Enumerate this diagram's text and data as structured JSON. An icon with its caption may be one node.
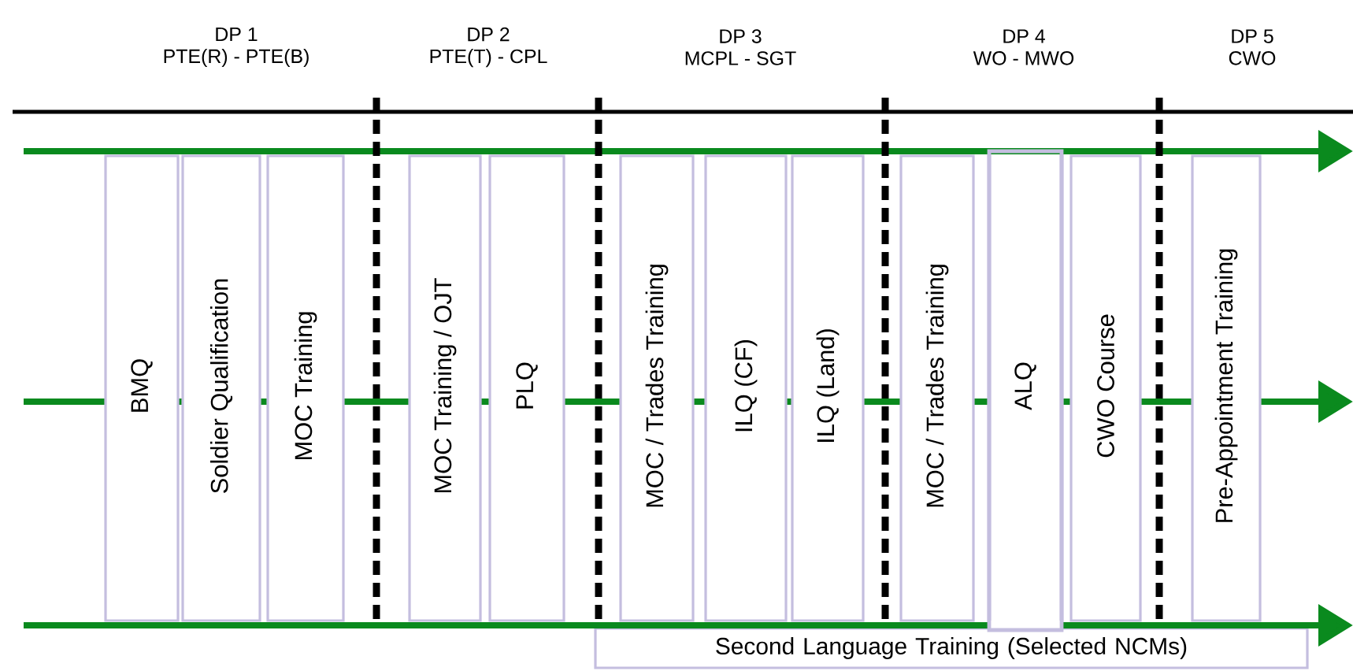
{
  "diagram": {
    "nodes": [
      {
        "text": [
          "BMQ"
        ]
      },
      {
        "text": [
          "Soldier Qualification"
        ]
      },
      {
        "text": [
          "MOC Training"
        ]
      },
      {
        "text": [
          "MOC Training / OJT"
        ]
      },
      {
        "text": [
          "PLQ"
        ]
      },
      {
        "text": [
          "MOC / Trades Training"
        ]
      },
      {
        "text": [
          "ILQ (CF)"
        ]
      },
      {
        "text": [
          "ILQ (Land)"
        ]
      },
      {
        "text": [
          "MOC / Trades Training"
        ]
      },
      {
        "text": [
          "ALQ"
        ]
      },
      {
        "text": [
          "CWO Course"
        ]
      },
      {
        "text": [
          "Pre-Appointment Training"
        ]
      },
      {
        "text": [
          "Second Language Training (Selected NCMs)"
        ]
      }
    ],
    "labels": [
      "DP 1",
      "PTE(R) - PTE(B)",
      "DP 2",
      "PTE(T) - CPL",
      "DP 3",
      "MCPL - SGT",
      "DP 4",
      "WO - MWO",
      "DP 5",
      "CWO"
    ]
  }
}
